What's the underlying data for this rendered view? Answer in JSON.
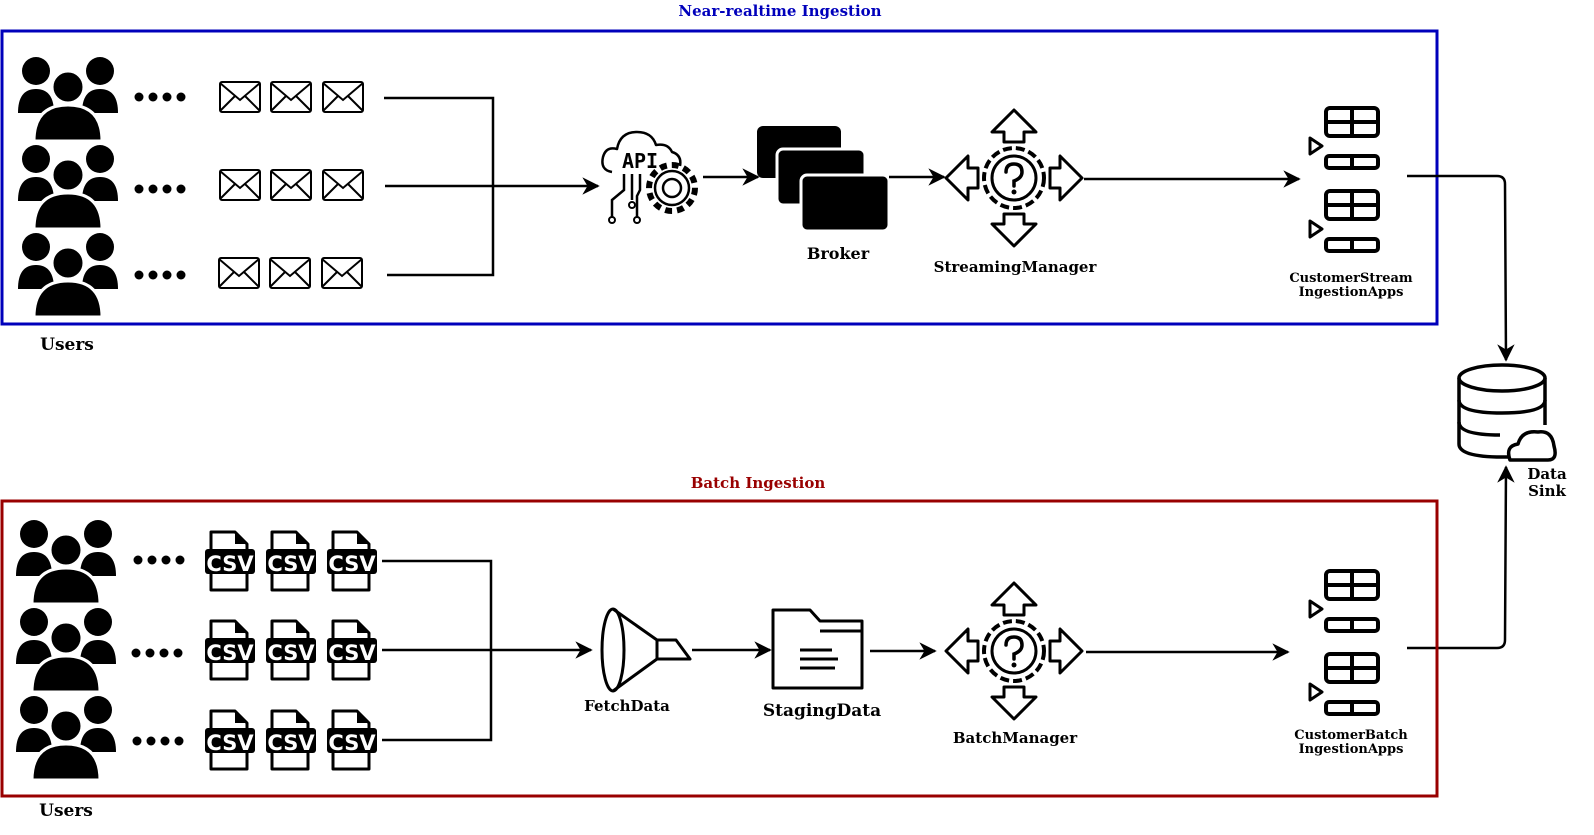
{
  "colors": {
    "streaming": "#0000bb",
    "batch": "#990000",
    "ink": "#000000"
  },
  "streaming": {
    "title": "Near-realtime Ingestion",
    "users_label": "Users",
    "broker_label": "Broker",
    "manager_label": "StreamingManager",
    "apps_label_line1": "CustomerStream",
    "apps_label_line2": "IngestionApps",
    "icons": [
      "users-icon",
      "envelope-icon",
      "api-gear-icon",
      "broker-stack-icon",
      "manager-arrows-gear-icon",
      "apps-table-icon"
    ]
  },
  "batch": {
    "title": "Batch Ingestion",
    "users_label": "Users",
    "csv_text": "CSV",
    "fetch_label": "FetchData",
    "staging_label": "StagingData",
    "manager_label": "BatchManager",
    "apps_label_line1": "CustomerBatch",
    "apps_label_line2": "IngestionApps",
    "icons": [
      "users-icon",
      "csv-file-icon",
      "funnel-icon",
      "folder-icon",
      "manager-arrows-gear-icon",
      "apps-table-icon"
    ]
  },
  "sink": {
    "label_line1": "Data",
    "label_line2": "Sink",
    "icon": "database-cloud-icon"
  }
}
